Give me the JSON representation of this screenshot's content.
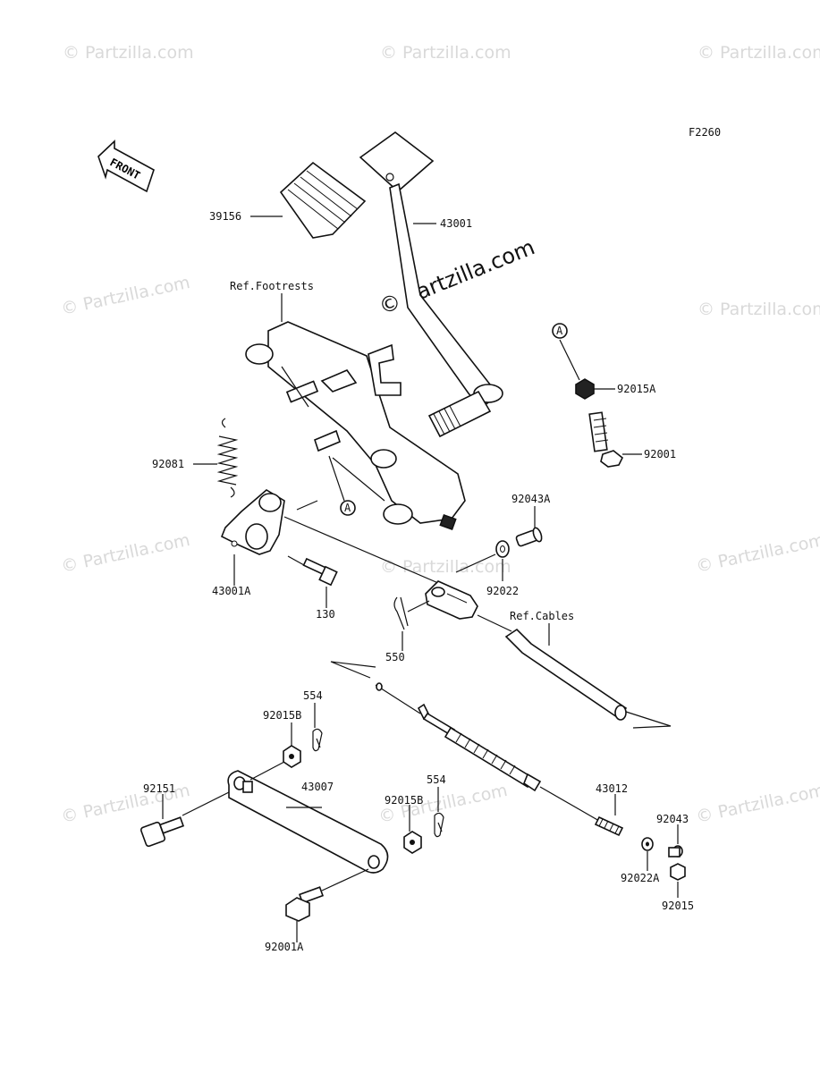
{
  "diagram_code": "F2260",
  "front_label": "FRONT",
  "watermark": "© Partzilla.com",
  "watermark_center": "© Partzilla.com",
  "ref_labels": {
    "footrests": "Ref.Footrests",
    "cables": "Ref.Cables"
  },
  "callout_marker": "A",
  "parts": {
    "p39156": "39156",
    "p43001": "43001",
    "p92015A": "92015A",
    "p92001": "92001",
    "p92081": "92081",
    "p92043A": "92043A",
    "p43001A": "43001A",
    "p92022": "92022",
    "p130": "130",
    "p550": "550",
    "p554_left": "554",
    "p92015B_left": "92015B",
    "p92151": "92151",
    "p43007": "43007",
    "p554_right": "554",
    "p92015B_right": "92015B",
    "p43012": "43012",
    "p92043": "92043",
    "p92022A": "92022A",
    "p92015": "92015",
    "p92001A": "92001A"
  }
}
